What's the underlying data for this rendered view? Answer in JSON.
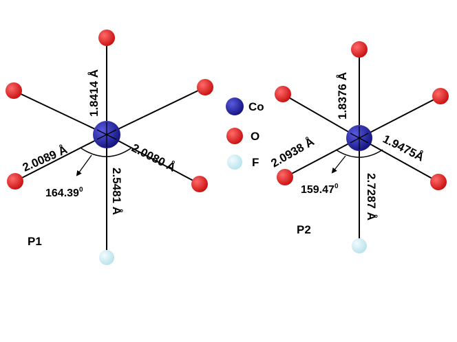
{
  "colors": {
    "co": "#1a1a9e",
    "o": "#e31a1a",
    "f": "#cfeef5",
    "bond": "#000000"
  },
  "legend": [
    {
      "symbol": "Co",
      "color": "#1a1a9e"
    },
    {
      "symbol": "O",
      "color": "#e31a1a"
    },
    {
      "symbol": "F",
      "color": "#cfeef5"
    }
  ],
  "panels": [
    {
      "id": "P1",
      "label": "P1",
      "bonds": {
        "top": "1.8414 Å",
        "left": "2.0089 Å",
        "right": "2.0080 Å",
        "bottom": "2.5481 Å"
      },
      "angle": {
        "value": "164.39",
        "sup": "0"
      }
    },
    {
      "id": "P2",
      "label": "P2",
      "bonds": {
        "top": "1.8376 Å",
        "left": "2.0938 Å",
        "right": "1.9475Å",
        "bottom": "2.7287 Å"
      },
      "angle": {
        "value": "159.47",
        "sup": "0"
      }
    }
  ]
}
